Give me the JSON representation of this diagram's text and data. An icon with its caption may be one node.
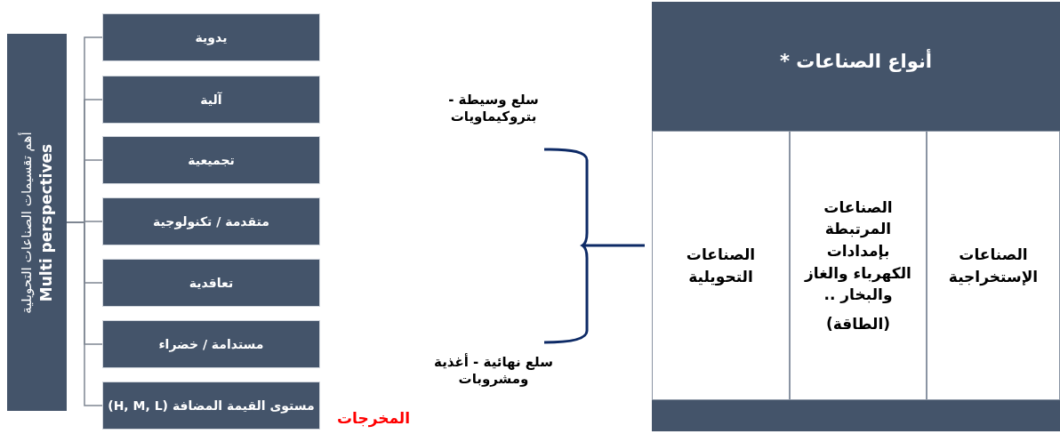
{
  "diagram": {
    "nodes": [
      {
        "text": [
          "أهم تقسيمات الصناعات التحويلية",
          "Multi perspectives"
        ]
      },
      {
        "text": [
          "يدوية"
        ]
      },
      {
        "text": [
          "آلية"
        ]
      },
      {
        "text": [
          "تجميعية"
        ]
      },
      {
        "text": [
          "متقدمة / تكنولوجية"
        ]
      },
      {
        "text": [
          "تعاقدية"
        ]
      },
      {
        "text": [
          "مستدامة / خضراء"
        ]
      },
      {
        "text": [
          "مستوى القيمة المضافة (H, M, L)"
        ]
      },
      {
        "text": [
          "أنواع الصناعات *"
        ]
      },
      {
        "text": [
          "الصناعات الإستخراجية"
        ],
        "in": 8
      },
      {
        "text": [
          "الصناعات المرتبطة بإمدادات الكهرباء والغاز والبخار ..",
          "(الطاقة)"
        ],
        "in": 8
      },
      {
        "text": [
          "الصناعات التحويلية"
        ],
        "in": 8
      }
    ],
    "edges": [
      {
        "from": 0,
        "to": 1,
        "arrow": "none"
      },
      {
        "from": 0,
        "to": 2,
        "arrow": "none"
      },
      {
        "from": 0,
        "to": 3,
        "arrow": "none"
      },
      {
        "from": 0,
        "to": 4,
        "arrow": "none"
      },
      {
        "from": 0,
        "to": 5,
        "arrow": "none"
      },
      {
        "from": 0,
        "to": 6,
        "arrow": "none"
      },
      {
        "from": 0,
        "to": 7,
        "arrow": "none"
      }
    ],
    "labels": [
      "سلع وسيطة - بتروكيماويات",
      "سلع نهائية - أغذية ومشروبات",
      "المخرجات"
    ]
  }
}
